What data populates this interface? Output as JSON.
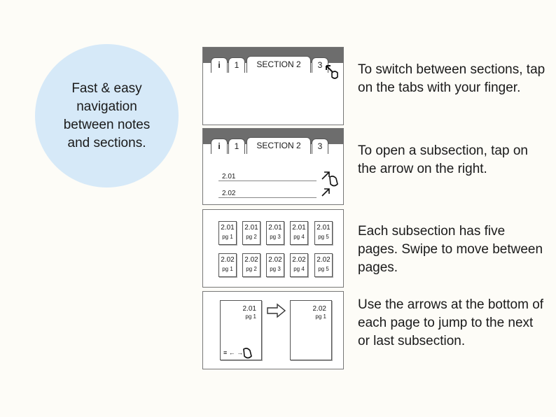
{
  "bubble": {
    "text": "Fast & easy navigation between notes and sections."
  },
  "tabs": {
    "info": "i",
    "one": "1",
    "section": "SECTION 2",
    "three": "3"
  },
  "subsections": {
    "first": "2.01",
    "second": "2.02"
  },
  "thumbs": {
    "row1": [
      {
        "id": "2.01",
        "pg": "pg 1"
      },
      {
        "id": "2.01",
        "pg": "pg 2"
      },
      {
        "id": "2.01",
        "pg": "pg 3"
      },
      {
        "id": "2.01",
        "pg": "pg 4"
      },
      {
        "id": "2.01",
        "pg": "pg 5"
      }
    ],
    "row2": [
      {
        "id": "2.02",
        "pg": "pg 1"
      },
      {
        "id": "2.02",
        "pg": "pg 2"
      },
      {
        "id": "2.02",
        "pg": "pg 3"
      },
      {
        "id": "2.02",
        "pg": "pg 4"
      },
      {
        "id": "2.02",
        "pg": "pg 5"
      }
    ]
  },
  "pages": {
    "left": {
      "id": "2.01",
      "pg": "pg 1",
      "nav": "≡ ← →"
    },
    "right": {
      "id": "2.02",
      "pg": "pg 1"
    }
  },
  "descriptions": [
    "To switch between sections, tap on the tabs with your finger.",
    "To open a subsection, tap on the arrow on the right.",
    "Each subsection has five pages. Swipe to move between pages.",
    "Use the arrows at the bottom of each page to jump to the next or last subsection."
  ],
  "colors": {
    "bubble": "#d6e9f8",
    "tabbar": "#6d6d6d",
    "background": "#fdfcf7"
  }
}
